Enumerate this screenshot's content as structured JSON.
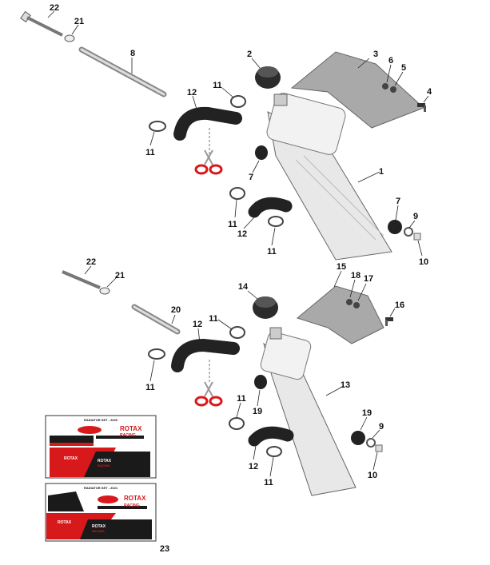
{
  "callouts": {
    "c1": "1",
    "c2": "2",
    "c3": "3",
    "c4": "4",
    "c5": "5",
    "c6": "6",
    "c7a": "7",
    "c7b": "7",
    "c8": "8",
    "c9a": "9",
    "c9b": "9",
    "c10a": "10",
    "c10b": "10",
    "c11a": "11",
    "c11b": "11",
    "c11c": "11",
    "c11d": "11",
    "c11e": "11",
    "c11f": "11",
    "c11g": "11",
    "c11h": "11",
    "c12a": "12",
    "c12b": "12",
    "c12c": "12",
    "c12d": "12",
    "c13": "13",
    "c14": "14",
    "c15": "15",
    "c16": "16",
    "c17": "17",
    "c18": "18",
    "c19a": "19",
    "c19b": "19",
    "c20": "20",
    "c21a": "21",
    "c21b": "21",
    "c22a": "22",
    "c22b": "22",
    "c23": "23"
  },
  "decals": {
    "top": {
      "header": "RADIATOR SET - 2020",
      "brand": "ROTAX",
      "sub": "RACING",
      "mini_a": "ROTAX",
      "mini_b": "ROTAX",
      "mini_c": "RACING"
    },
    "bottom": {
      "header": "RADIATOR SET - 2021",
      "brand": "ROTAX",
      "sub": "RACING",
      "mini_a": "ROTAX",
      "mini_b": "ROTAX",
      "mini_c": "RACING"
    }
  },
  "colors": {
    "accent_red": "#d7191c",
    "decal_black": "#1a1a1a",
    "bracket_gray": "#a9a9a9",
    "metal": "#dcdcdc"
  }
}
